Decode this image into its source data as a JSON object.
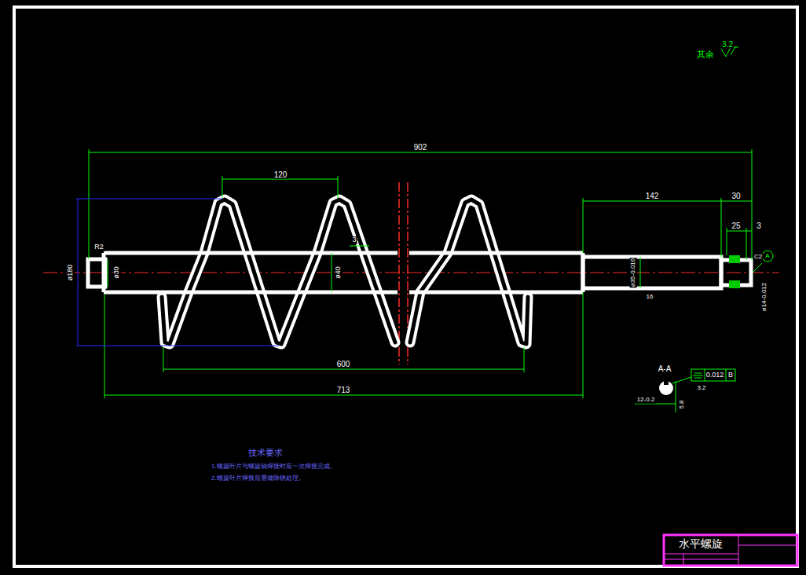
{
  "diagram": {
    "labels": [
      "其余",
      "3.2",
      "902",
      "120",
      "142",
      "30",
      "25",
      "3",
      "R2",
      "ø180",
      "ø30",
      "ø40",
      "3",
      "ø35-0.016",
      "16",
      "C2",
      "A",
      "ø14-0.012",
      "A-A",
      "0.012",
      "B",
      "3.2",
      "12-0.2",
      "5.8",
      "600",
      "713",
      "技术要求",
      "1.螺旋叶片与螺旋轴焊接时应一次焊接完成。",
      "2.螺旋叶片焊接后需做除锈处理。",
      "水平螺旋"
    ]
  }
}
